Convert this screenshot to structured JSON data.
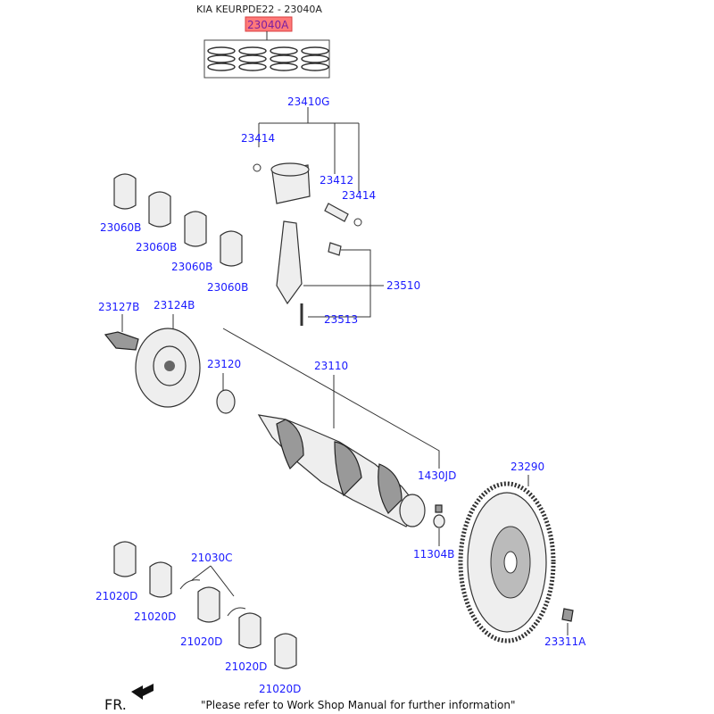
{
  "header": {
    "title": "KIA KEURPDE22 - 23040A",
    "highlight_label": "23040A",
    "highlight_color": "#ff4d4d"
  },
  "labels": {
    "piston_assy": "23410G",
    "snap_ring_left": "23414",
    "piston_pin": "23412",
    "snap_ring_right": "23414",
    "conrod_bearing_1": "23060B",
    "conrod_bearing_2": "23060B",
    "conrod_bearing_3": "23060B",
    "conrod_bearing_4": "23060B",
    "conrod_assy": "23510",
    "conrod_bolt": "23513",
    "pulley_bolt": "23127B",
    "damper_pulley": "23124B",
    "sprocket": "23120",
    "crankshaft": "23110",
    "pin": "1430JD",
    "flywheel": "23290",
    "bushing": "11304B",
    "thrust_bearing": "21030C",
    "main_bearing_1": "21020D",
    "main_bearing_2": "21020D",
    "main_bearing_3": "21020D",
    "main_bearing_4": "21020D",
    "main_bearing_5": "21020D",
    "flywheel_bolt": "23311A"
  },
  "footer": {
    "fr": "FR.",
    "note": "\"Please refer to Work Shop Manual for further information\""
  }
}
